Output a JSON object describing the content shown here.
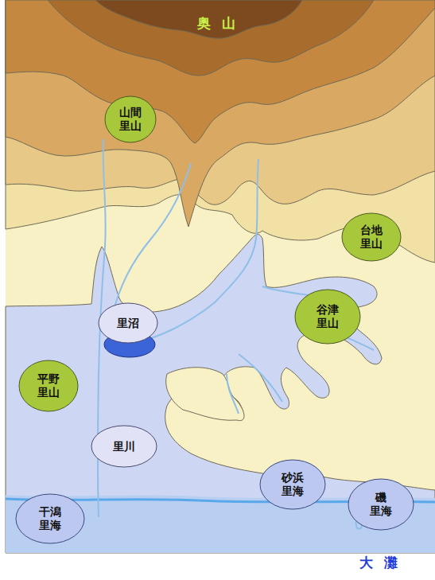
{
  "diagram": {
    "nodes": [
      {
        "text": [
          "山間 里山"
        ]
      },
      {
        "text": [
          "台地 里山"
        ]
      },
      {
        "text": [
          "里沼"
        ]
      },
      {
        "text": [
          "谷津 里山"
        ]
      },
      {
        "text": [
          "平野 里山"
        ]
      },
      {
        "text": [
          "里川"
        ]
      },
      {
        "text": [
          "砂浜 里海"
        ]
      },
      {
        "text": [
          "干潟 里海"
        ]
      },
      {
        "text": [
          "磯 里海"
        ]
      }
    ],
    "labels": [
      "奥山",
      "大灘"
    ]
  }
}
